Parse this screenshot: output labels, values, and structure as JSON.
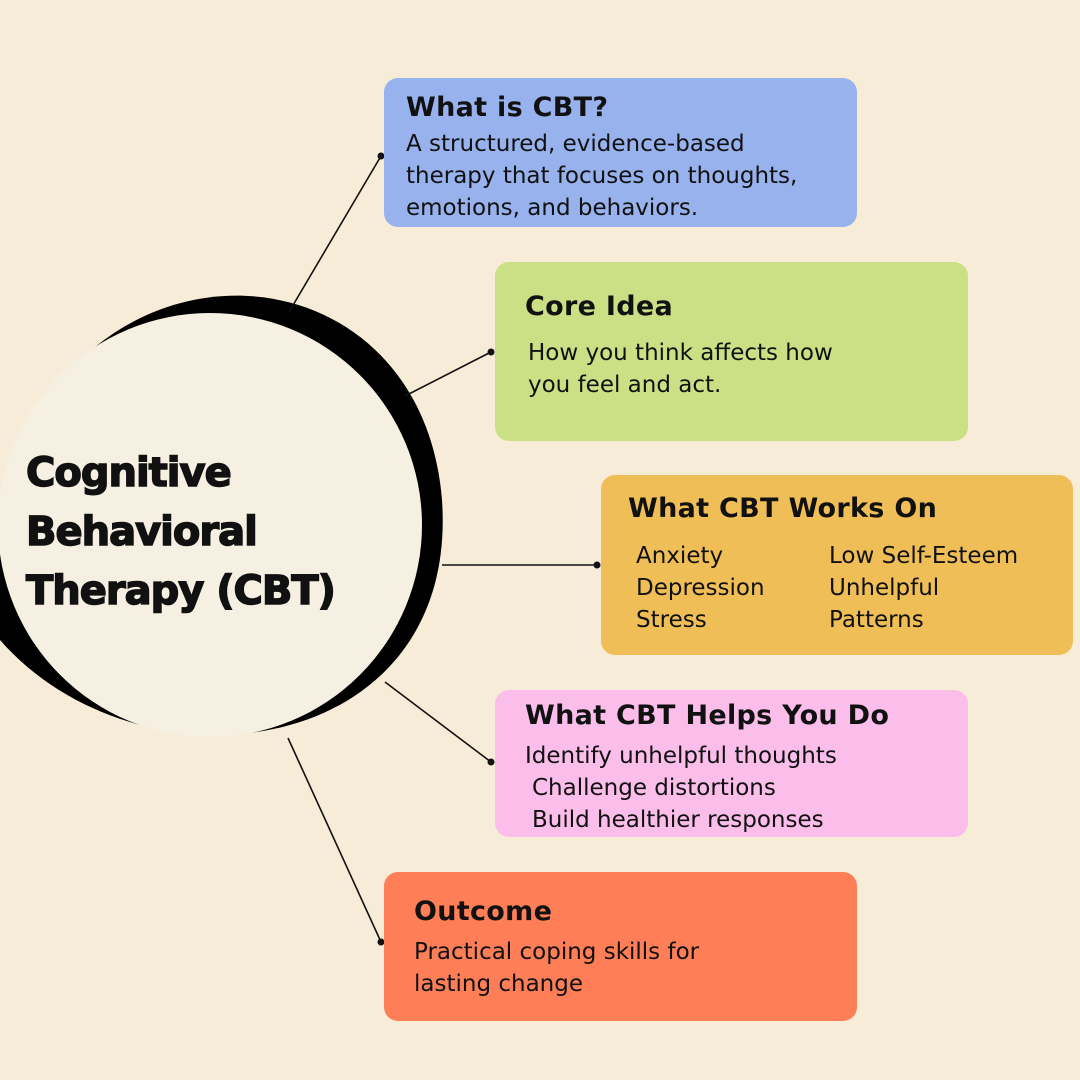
{
  "colors": {
    "background": "#f7ecd7",
    "hub_fill": "#f6f0e2",
    "hub_ring": "#000000",
    "what_is": "#98b2ee",
    "core_idea": "#cbdf85",
    "works_on": "#f0be57",
    "helps_you_do": "#fbbdea",
    "outcome": "#fe7e57"
  },
  "hub": {
    "lines": [
      "Cognitive",
      "Behavioral",
      "Therapy (CBT)"
    ]
  },
  "cards": {
    "what_is": {
      "title": "What is CBT?",
      "lines": [
        "A structured, evidence-based",
        "therapy that focuses on thoughts,",
        "emotions, and behaviors."
      ]
    },
    "core_idea": {
      "title": "Core Idea",
      "lines": [
        "How you think affects how",
        "you feel and act."
      ]
    },
    "works_on": {
      "title": "What CBT Works On",
      "left_items": [
        "Anxiety",
        "Depression",
        "Stress"
      ],
      "right_items": [
        "Low Self-Esteem",
        "Unhelpful",
        "Patterns"
      ]
    },
    "helps_you_do": {
      "title": "What CBT Helps You Do",
      "lines": [
        "Identify unhelpful thoughts",
        "Challenge distortions",
        "Build healthier responses"
      ]
    },
    "outcome": {
      "title": "Outcome",
      "lines": [
        "Practical coping skills for",
        "lasting change"
      ]
    }
  }
}
